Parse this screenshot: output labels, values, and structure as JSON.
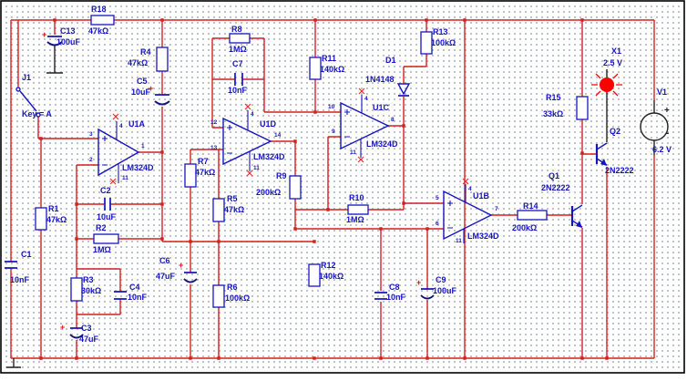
{
  "schematic": {
    "resistors": {
      "r18": {
        "ref": "R18",
        "value": "47kΩ"
      },
      "r4": {
        "ref": "R4",
        "value": "47kΩ"
      },
      "r1": {
        "ref": "R1",
        "value": "47kΩ"
      },
      "r2": {
        "ref": "R2",
        "value": "1MΩ"
      },
      "r3": {
        "ref": "R3",
        "value": "30kΩ"
      },
      "r5": {
        "ref": "R5",
        "value": "47kΩ"
      },
      "r6": {
        "ref": "R6",
        "value": "100kΩ"
      },
      "r7": {
        "ref": "R7",
        "value": "47kΩ"
      },
      "r8": {
        "ref": "R8",
        "value": "1MΩ"
      },
      "r9": {
        "ref": "R9",
        "value": "200kΩ"
      },
      "r10": {
        "ref": "R10",
        "value": "1MΩ"
      },
      "r11": {
        "ref": "R11",
        "value": "140kΩ"
      },
      "r12": {
        "ref": "R12",
        "value": "140kΩ"
      },
      "r13": {
        "ref": "R13",
        "value": "100kΩ"
      },
      "r14": {
        "ref": "R14",
        "value": "200kΩ"
      },
      "r15": {
        "ref": "R15",
        "value": "33kΩ"
      }
    },
    "capacitors": {
      "c1": {
        "ref": "C1",
        "value": "10nF"
      },
      "c2": {
        "ref": "C2",
        "value": "10uF"
      },
      "c3": {
        "ref": "C3",
        "value": "47uF"
      },
      "c4": {
        "ref": "C4",
        "value": "10nF"
      },
      "c5": {
        "ref": "C5",
        "value": "10uF"
      },
      "c6": {
        "ref": "C6",
        "value": "47uF"
      },
      "c7": {
        "ref": "C7",
        "value": "10nF"
      },
      "c8": {
        "ref": "C8",
        "value": "10nF"
      },
      "c9": {
        "ref": "C9",
        "value": "100uF"
      },
      "c13": {
        "ref": "C13",
        "value": "100uF"
      }
    },
    "opamps": {
      "u1a": {
        "ref": "U1A",
        "part": "LM324D",
        "pin_inp": "3",
        "pin_inn": "2",
        "pin_out": "1",
        "pin_vp": "4",
        "pin_vn": "11"
      },
      "u1d": {
        "ref": "U1D",
        "part": "LM324D",
        "pin_inp": "12",
        "pin_inn": "13",
        "pin_out": "14",
        "pin_vp": "4",
        "pin_vn": "11"
      },
      "u1c": {
        "ref": "U1C",
        "part": "LM324D",
        "pin_inp": "10",
        "pin_inn": "9",
        "pin_out": "8",
        "pin_vp": "4",
        "pin_vn": "11"
      },
      "u1b": {
        "ref": "U1B",
        "part": "LM324D",
        "pin_inp": "5",
        "pin_inn": "6",
        "pin_out": "7",
        "pin_vp": "4",
        "pin_vn": "11"
      }
    },
    "transistors": {
      "q1": {
        "ref": "Q1",
        "part": "2N2222"
      },
      "q2": {
        "ref": "Q2",
        "part": "2N2222"
      }
    },
    "diode": {
      "ref": "D1",
      "part": "1N4148"
    },
    "switch": {
      "ref": "J1",
      "key": "Key = A"
    },
    "lamp": {
      "ref": "X1",
      "value": "2.5 V"
    },
    "source": {
      "ref": "V1",
      "value": "6.2 V"
    },
    "symbols": {
      "plus": "+",
      "minus": "-"
    },
    "colors": {
      "wire": "#d42020",
      "component": "#1515c0",
      "nc_mark": "#ff2020",
      "lamp": "#ff0000"
    }
  }
}
